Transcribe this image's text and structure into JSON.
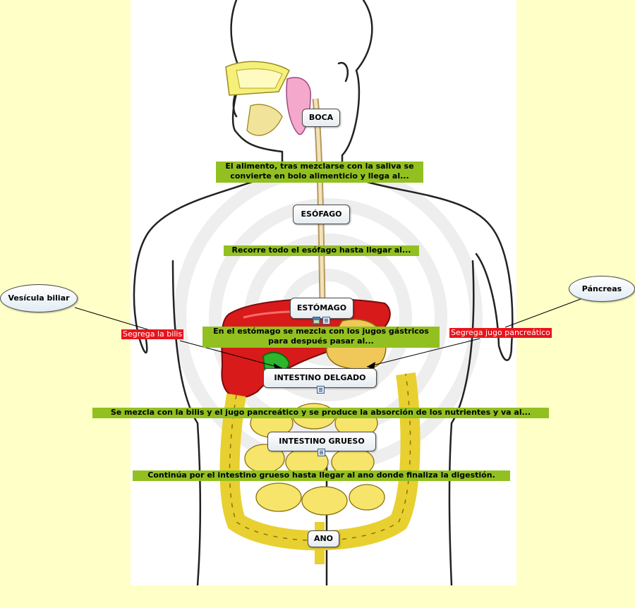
{
  "nodes": {
    "boca": "BOCA",
    "esofago": "ESÓFAGO",
    "estomago": "ESTÓMAGO",
    "intestino_delgado": "INTESTINO DELGADO",
    "intestino_grueso": "INTESTINO GRUESO",
    "ano": "ANO",
    "vesicula": "Vesícula biliar",
    "pancreas": "Páncreas"
  },
  "links": {
    "boca_esofago_1": "El alimento, tras mezclarse con la saliva se",
    "boca_esofago_2": "convierte en bolo alimenticio y llega al...",
    "esofago_estomago": "Recorre todo el esófago hasta llegar al...",
    "estomago_delgado_1": "En el estómago se mezcla con los jugos gástricos",
    "estomago_delgado_2": "para después pasar al...",
    "delgado_grueso": "Se mezcla con la bilis y el jugo pancreático y se produce la absorción de los nutrientes y va al...",
    "grueso_ano": "Continúa por el intestino grueso hasta llegar al ano donde finaliza la digestión.",
    "vesicula_label": "Segrega la bilis",
    "pancreas_label": "Segrega jugo pancreático"
  },
  "icons": [
    "image-icon",
    "document-icon"
  ],
  "colors": {
    "background": "#ffffc8",
    "link_label": "#92c021",
    "red_label": "#e8141c"
  }
}
